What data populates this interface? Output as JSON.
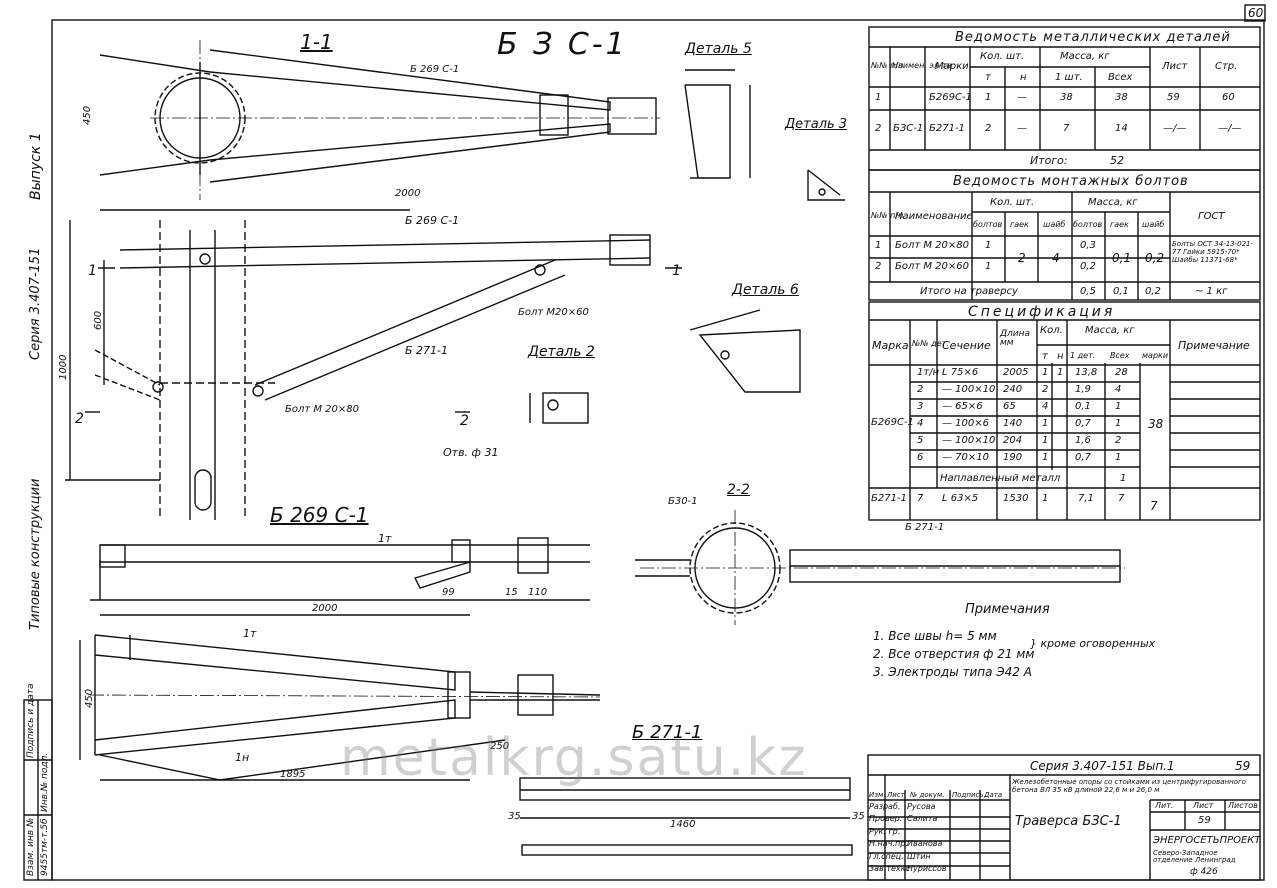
{
  "page_number": "60",
  "watermark": "metalkrg.satu.kz",
  "left_margin": {
    "issue": "Выпуск 1",
    "series": "Серия 3.407-151",
    "typical": "Типовые конструкции",
    "stamp_1": "Подпись и дата",
    "stamp_2": "Инв.№ подл.",
    "stamp_3": "Взам. инв №",
    "stamp_inv": "9455тм-т.5б"
  },
  "drawing": {
    "main_title": "Б З С-1",
    "section_1_1": "1-1",
    "section_2_2": "2-2",
    "detail_5": "Деталь 5",
    "detail_3": "Деталь 3",
    "detail_6": "Деталь 6",
    "detail_2": "Деталь 2",
    "b269c1_view": "Б 269 С-1",
    "b271_view": "Б 271-1",
    "b269c1_small": "Б 269 С-1",
    "b271_small": "Б 271-1",
    "b630": "Б30-1",
    "bolt_80": "Болт М 20×80",
    "bolt_60": "Болт М20×60",
    "hole": "Отв. ф 31",
    "dim_2000": "2000",
    "dim_2000b": "2000",
    "dim_1000": "1000",
    "dim_600": "600",
    "dim_450": "450",
    "dim_450b": "450",
    "dim_1895": "1895",
    "dim_1460": "1460",
    "dim_250": "250",
    "dim_110": "110",
    "dim_99": "99",
    "dim_15": "15",
    "dim_35": "35",
    "mark_1": "1",
    "mark_2": "2",
    "mark_1t": "1т",
    "mark_1n": "1н",
    "notes_title": "Примечания",
    "note_1": "1. Все швы  h= 5 мм",
    "note_2": "2. Все отверстия  ф 21 мм",
    "note_3": "3. Электроды  типа  Э42 А",
    "note_brace": "} кроме оговоренных"
  },
  "metal_parts": {
    "title": "Ведомость металлических деталей",
    "headers": [
      "№№ п/п",
      "Наимен. эл-та",
      "Марки",
      "Кол. шт.",
      "Масса, кг",
      "Лист",
      "Стр."
    ],
    "sub_headers": [
      "т",
      "н",
      "1 шт.",
      "Всех"
    ],
    "rows": [
      [
        "1",
        "",
        "Б269С-1",
        "1",
        "—",
        "38",
        "38",
        "59",
        "60"
      ],
      [
        "2",
        "БЗС-1",
        "Б271-1",
        "2",
        "—",
        "7",
        "14",
        "—/—",
        "—/—"
      ]
    ],
    "total_label": "Итого:",
    "total_value": "52"
  },
  "bolts": {
    "title": "Ведомость монтажных болтов",
    "headers": [
      "№№ п/п",
      "Наименование",
      "Кол. шт.",
      "Масса, кг",
      "ГОСТ"
    ],
    "sub_headers": [
      "болтов",
      "гаек",
      "шайб",
      "болтов",
      "гаек",
      "шайб"
    ],
    "rows": [
      [
        "1",
        "Болт М 20×80",
        "1",
        "2",
        "4",
        "0,3",
        "0,1",
        "0,2"
      ],
      [
        "2",
        "Болт М 20×60",
        "1",
        "",
        "",
        "0,2",
        "",
        ""
      ]
    ],
    "gost": "Болты ОСТ 34-13-021-77 Гайки 5915-70* Шайбы 11371-68*",
    "total_label": "Итого на траверсу",
    "totals": [
      "0,5",
      "0,1",
      "0,2",
      "~ 1 кг"
    ]
  },
  "spec": {
    "title": "Спецификация",
    "headers": [
      "Марка",
      "№№ дет.",
      "Сечение",
      "Длина мм",
      "Кол.",
      "Масса, кг",
      "Примечание"
    ],
    "sub_headers": [
      "т",
      "н",
      "1 дет.",
      "Всех",
      "марки"
    ],
    "mark_1": "Б269С-1",
    "mark_1_total": "38",
    "rows": [
      [
        "1т/н",
        "L 75×6",
        "2005",
        "1",
        "1",
        "13,8",
        "28"
      ],
      [
        "2",
        "— 100×10",
        "240",
        "2",
        "",
        "1,9",
        "4"
      ],
      [
        "3",
        "— 65×6",
        "65",
        "4",
        "",
        "0,1",
        "1"
      ],
      [
        "4",
        "— 100×6",
        "140",
        "1",
        "",
        "0,7",
        "1"
      ],
      [
        "5",
        "— 100×10",
        "204",
        "1",
        "",
        "1,6",
        "2"
      ],
      [
        "6",
        "— 70×10",
        "190",
        "1",
        "",
        "0,7",
        "1"
      ]
    ],
    "weld_label": "Наплавленный металл",
    "weld_value": "1",
    "mark_2": "Б271-1",
    "row_2": [
      "7",
      "L 63×5",
      "1530",
      "1",
      "",
      "7,1",
      "7",
      "7"
    ]
  },
  "title_block": {
    "series": "Серия 3.407-151  Вып.1",
    "sheet_no": "59",
    "description": "Железобетонные опоры со стойками из центрифугированного бетона ВЛ 35 кВ длиной 22,6 м и 26,0 м",
    "name": "Траверса  БЗС-1",
    "lit": "Лит.",
    "list": "Лист",
    "lists": "Листов",
    "list_value": "59",
    "org": "ЭНЕРГОСЕТЬПРОЕКТ",
    "org_sub": "Северо-Западное отделение Ленинград",
    "stamp_headers": [
      "Изм",
      "Лист",
      "№ докум.",
      "Подпись",
      "Дата"
    ],
    "roles": [
      [
        "Разраб.",
        "Русова"
      ],
      [
        "Провер.",
        "Салита"
      ],
      [
        "Рук. гр.",
        ""
      ],
      [
        "Н.нач.пр.",
        "Иванова"
      ],
      [
        "Гл.спец.",
        "Штин"
      ],
      [
        "Зав.техкс",
        "Нуриссов"
      ]
    ],
    "format": "ф 426"
  }
}
